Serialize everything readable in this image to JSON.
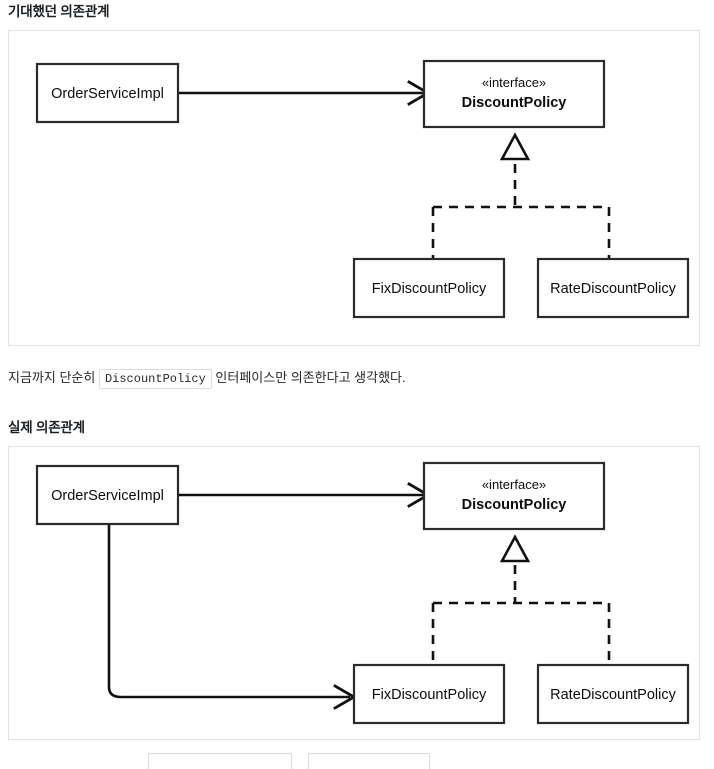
{
  "document": {
    "section_one": {
      "heading": "기대했던 의존관계",
      "diagram": {
        "title": "expected-dependency-uml",
        "nodes": {
          "client": "OrderServiceImpl",
          "interface_stereotype": "«interface»",
          "interface_name": "DiscountPolicy",
          "impl_left": "FixDiscountPolicy",
          "impl_right": "RateDiscountPolicy"
        },
        "edges": [
          {
            "from": "OrderServiceImpl",
            "to": "DiscountPolicy",
            "style": "solid",
            "type": "association"
          },
          {
            "from": "FixDiscountPolicy",
            "to": "DiscountPolicy",
            "style": "dashed",
            "type": "realization"
          },
          {
            "from": "RateDiscountPolicy",
            "to": "DiscountPolicy",
            "style": "dashed",
            "type": "realization"
          }
        ]
      }
    },
    "paragraph": {
      "before": "지금까지 단순히 ",
      "code": "DiscountPolicy",
      "after": " 인터페이스만 의존한다고 생각했다."
    },
    "section_two": {
      "heading": "실제 의존관계",
      "diagram": {
        "title": "actual-dependency-uml",
        "nodes": {
          "client": "OrderServiceImpl",
          "interface_stereotype": "«interface»",
          "interface_name": "DiscountPolicy",
          "impl_left": "FixDiscountPolicy",
          "impl_right": "RateDiscountPolicy"
        },
        "edges": [
          {
            "from": "OrderServiceImpl",
            "to": "DiscountPolicy",
            "style": "solid",
            "type": "association"
          },
          {
            "from": "OrderServiceImpl",
            "to": "FixDiscountPolicy",
            "style": "solid",
            "type": "association"
          },
          {
            "from": "FixDiscountPolicy",
            "to": "DiscountPolicy",
            "style": "dashed",
            "type": "realization"
          },
          {
            "from": "RateDiscountPolicy",
            "to": "DiscountPolicy",
            "style": "dashed",
            "type": "realization"
          }
        ]
      }
    },
    "tail": {
      "chip_one": "",
      "chip_two": ""
    }
  },
  "colors": {
    "page_background": "#ffffff",
    "container_border": "#e3e3e3",
    "node_stroke": "#2b2b2b",
    "link_stroke": "#111111",
    "text": "#24292e",
    "code_border": "#dcdcdc"
  }
}
